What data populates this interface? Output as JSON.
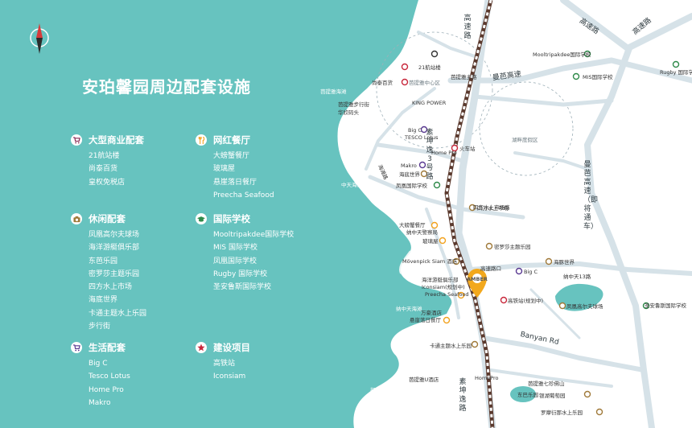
{
  "title": "安珀馨园周边配套设施",
  "colors": {
    "sea": "#67c3bf",
    "land": "#ffffff",
    "road": "#d6e2e8",
    "rail": "#5b3a2e",
    "pin": "#f2a81d"
  },
  "legend": [
    {
      "icon": "cart-icon",
      "color": "#8a2a55",
      "heading": "大型商业配套",
      "items": [
        "21航站楼",
        "尚泰百货",
        "皇权免税店"
      ]
    },
    {
      "icon": "fork-knife-icon",
      "color": "#f2a21e",
      "heading": "网红餐厅",
      "items": [
        "大螃蟹餐厅",
        "玻璃屋",
        "悬崖落日餐厅",
        "Preecha Seafood"
      ]
    },
    {
      "icon": "camera-icon",
      "color": "#a07a3a",
      "heading": "休闲配套",
      "items": [
        "凤凰高尔夫球场",
        "海洋游艇俱乐部",
        "东芭乐园",
        "密罗莎主题乐园",
        "四方水上市场",
        "海底世界",
        "卡通主题水上乐园",
        "步行街"
      ]
    },
    {
      "icon": "graduation-cap-icon",
      "color": "#2f8a4a",
      "heading": "国际学校",
      "items": [
        "Mooltripakdee国际学校",
        "MIS 国际学校",
        "凤凰国际学校",
        "Rugby 国际学校",
        "圣安鲁斯国际学校"
      ]
    },
    {
      "icon": "cart-icon",
      "color": "#5a3a92",
      "heading": "生活配套",
      "items": [
        "Big C",
        "Tesco Lotus",
        "Home Pro",
        "Makro"
      ]
    },
    {
      "icon": "star-icon",
      "color": "#c8283c",
      "heading": "建设项目",
      "items": [
        "高铁站",
        "Iconsiam"
      ]
    }
  ],
  "roads": {
    "sukhumvit": "素坤逸3号路",
    "highway_top": "高速路",
    "highway_right": "高速路",
    "highway_top2": "高速路",
    "mangbao": "曼芭高速",
    "mangbao_v": "曼芭高速（即将通车）",
    "pattaya_road": "芭提雅主路",
    "highway_mid": "高速路口",
    "naya": "纳中天13路",
    "banyan": "Banyan Rd",
    "sukhumvit_s": "素坤逸路",
    "beach_road": "海滩路",
    "fourth_rd": "四方水上市场路"
  },
  "sea_labels": [
    "芭提雅海滩",
    "中天海滩",
    "纳中天海滩",
    "邦萨拉萨海滩"
  ],
  "places": [
    {
      "name": "Mooltripakdee国际学校"
    },
    {
      "name": "21航站楼"
    },
    {
      "name": "尚泰百货"
    },
    {
      "name": "芭提雅中心区"
    },
    {
      "name": "芭提雅步行街"
    },
    {
      "name": "华欣码头"
    },
    {
      "name": "KING POWER"
    },
    {
      "name": "Big C"
    },
    {
      "name": "TESCO Lotus"
    },
    {
      "name": "Home Pro"
    },
    {
      "name": "火车站"
    },
    {
      "name": "Makro"
    },
    {
      "name": "海底世界"
    },
    {
      "name": "凤凰国际学校"
    },
    {
      "name": "四方水上市场"
    },
    {
      "name": "MIS国际学校"
    },
    {
      "name": "Rugby 国际学校"
    },
    {
      "name": "湖畔度假区"
    },
    {
      "name": "大螃蟹餐厅"
    },
    {
      "name": "纳中天警察局"
    },
    {
      "name": "玻璃屋"
    },
    {
      "name": "密罗莎主题乐园"
    },
    {
      "name": "Mövenpick Siam 酒店"
    },
    {
      "name": "海豚世界"
    },
    {
      "name": "海洋游艇俱乐部"
    },
    {
      "name": "Iconsiam(规划中)"
    },
    {
      "name": "Preecha Seafood"
    },
    {
      "name": "Big C"
    },
    {
      "name": "高铁站(规划中)"
    },
    {
      "name": "万豪酒店"
    },
    {
      "name": "悬崖落日餐厅"
    },
    {
      "name": "凤凰高尔夫球场"
    },
    {
      "name": "圣安鲁斯国际学校"
    },
    {
      "name": "卡通主题水上乐园"
    },
    {
      "name": "芭提雅U酒店"
    },
    {
      "name": "HomePro"
    },
    {
      "name": "芭提雅七珍佛山"
    },
    {
      "name": "东巴乐园"
    },
    {
      "name": "银湖葡萄园"
    },
    {
      "name": "罗摩衍那水上乐园"
    }
  ],
  "project_pin": {
    "name": "AMBER"
  }
}
